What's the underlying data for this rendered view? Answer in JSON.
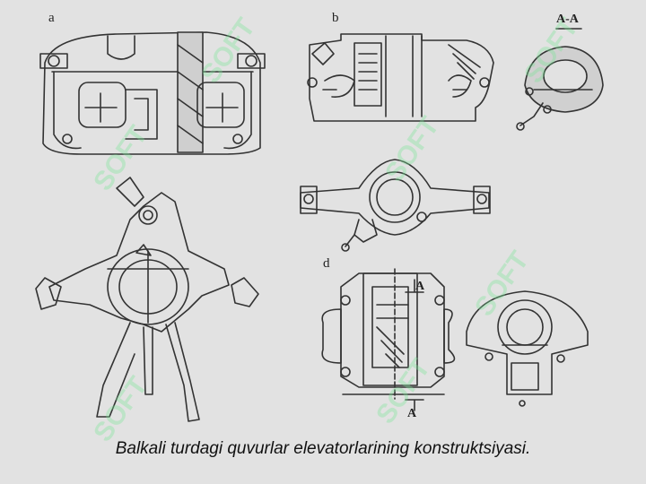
{
  "labels": {
    "a": "a",
    "b": "b",
    "d": "d",
    "section": "A-A",
    "section_mark_top": "A",
    "section_mark_bottom": "A"
  },
  "watermark": "SOFT",
  "caption": "Balkali turdagi quvurlar elevatorlarining konstruktsiyasi.",
  "colors": {
    "background": "#e2e2e2",
    "ink": "#222222",
    "watermark": "#78e696"
  }
}
